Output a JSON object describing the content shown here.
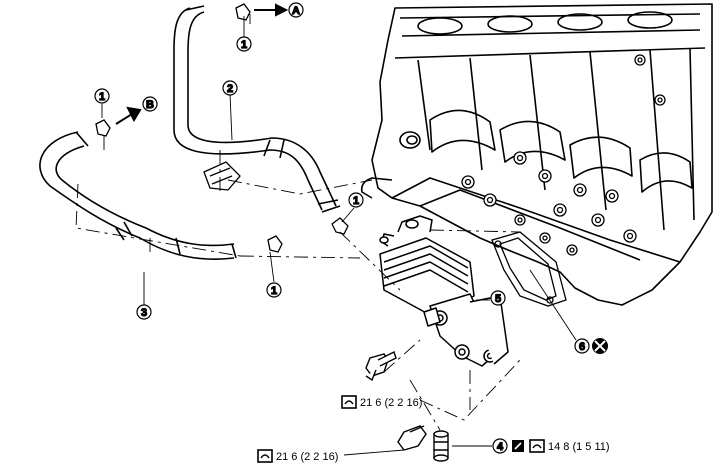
{
  "callouts": {
    "c1": "1",
    "c2": "2",
    "c3": "3",
    "c4": "4",
    "c5": "5",
    "c6": "6"
  },
  "arrows": {
    "a": "A",
    "b": "B"
  },
  "torque": {
    "t1": "21 6 (2 2  16)",
    "t2": "21 6 (2 2  16)",
    "t3": "14 8 (1 5  11)"
  },
  "icons": {
    "torque": "torque-wrench-icon",
    "sealant": "sealant-icon",
    "replace": "do-not-reuse-icon"
  }
}
